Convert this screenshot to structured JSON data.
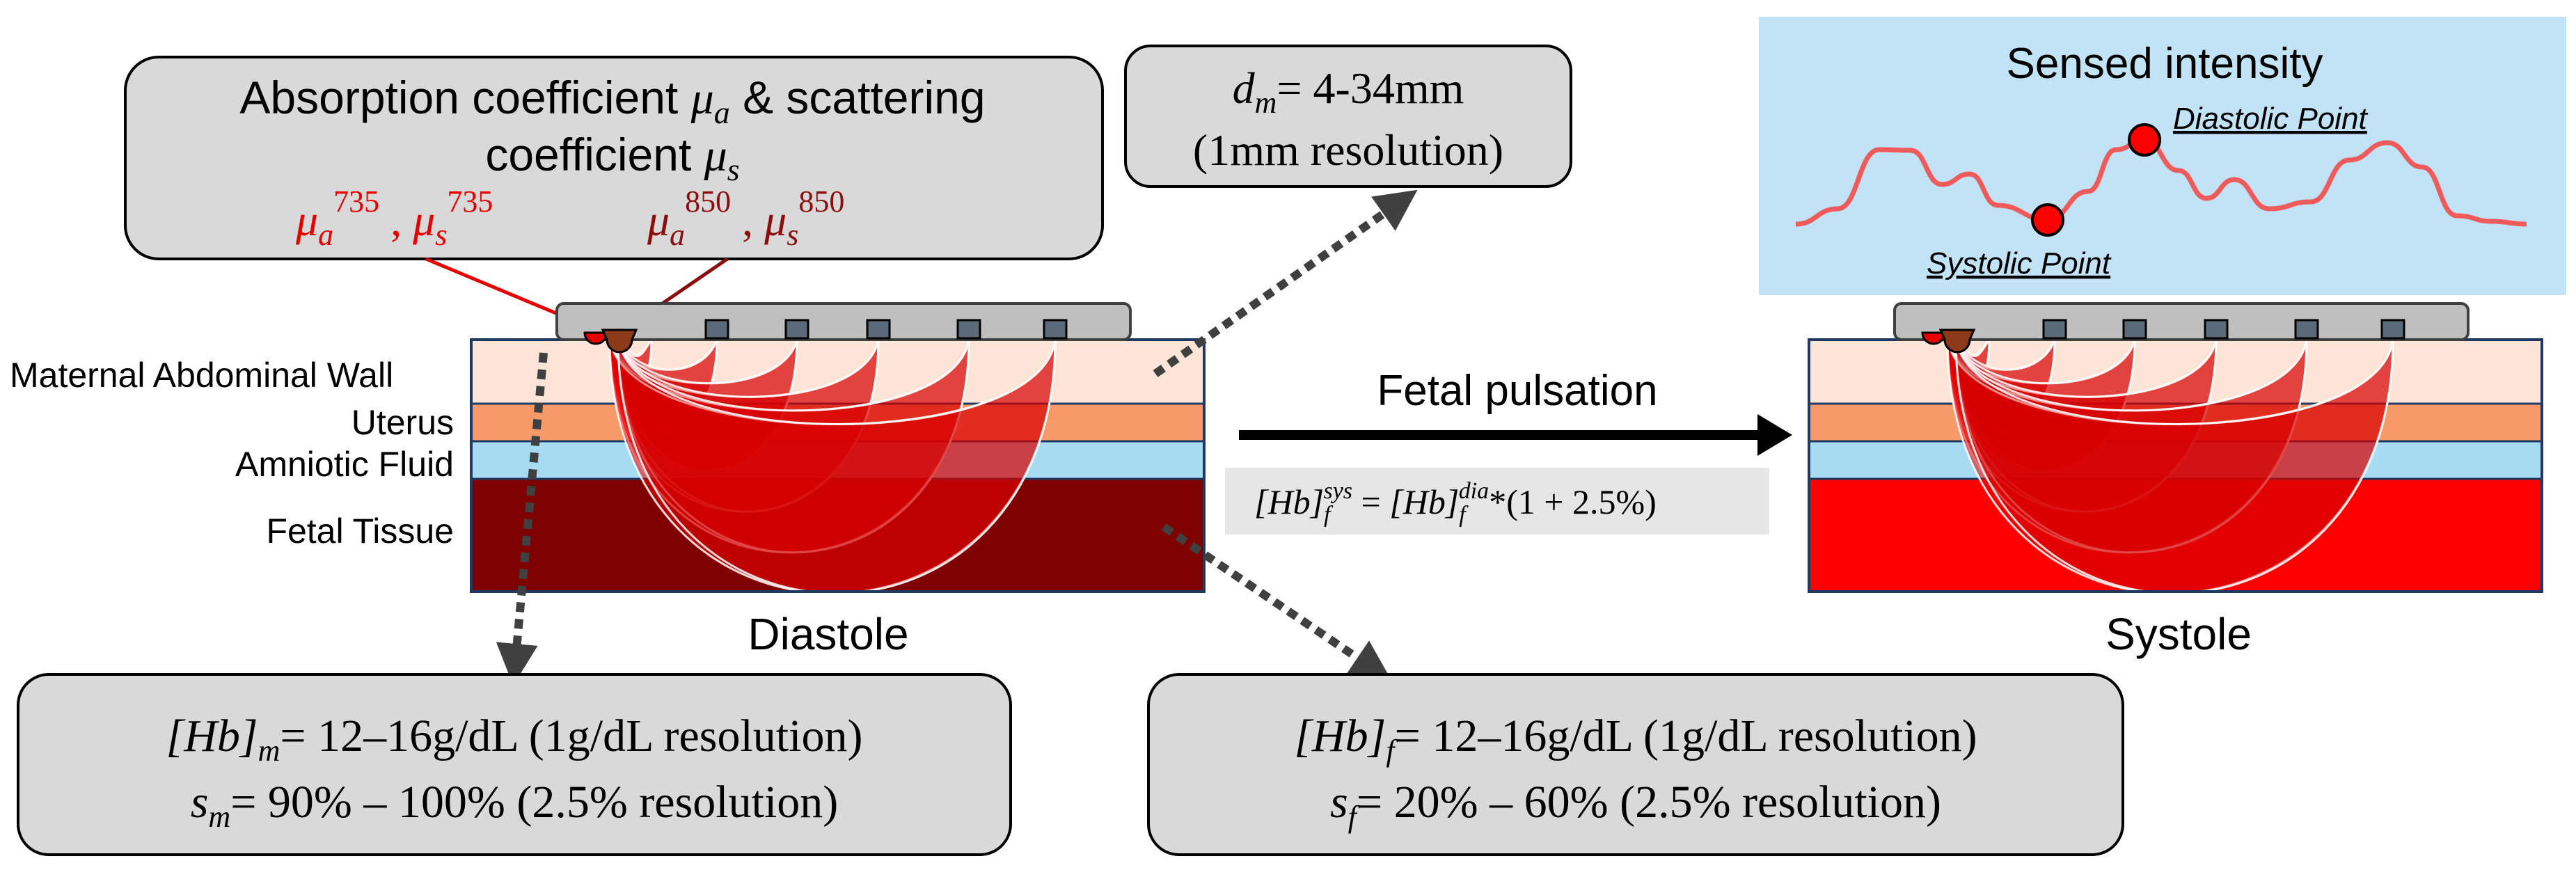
{
  "colors": {
    "abdominal_wall": "#fce4d6",
    "uterus": "#f8996a",
    "amniotic": "#a6dbf1",
    "fetal_diastole": "#7f0000",
    "fetal_systole": "#ff0000",
    "probe": "#bfbfbf",
    "source_735": "#e60000",
    "source_850": "#8b3a1a",
    "signal": "#ef5a5a",
    "signal_panel": "#c2e3f5",
    "callout_box": "#d9d9d9"
  },
  "optical_box": {
    "line1": "Absorption coefficient ",
    "mu_a": "μ",
    "mu_a_sub": "a",
    "line1_mid": " & scattering",
    "line2": "coefficient ",
    "mu_s": "μ",
    "mu_s_sub": "s",
    "label_735": {
      "mu": "μ",
      "a": "a",
      "sup1": "735",
      "sep": " , ",
      "mu2": "μ",
      "s": "s",
      "sup2": "735"
    },
    "label_850": {
      "mu": "μ",
      "a": "a",
      "sup1": "850",
      "sep": " , ",
      "mu2": "μ",
      "s": "s",
      "sup2": "850"
    }
  },
  "distance_box": {
    "var": "d",
    "sub": "m",
    "value": "= 4-34mm",
    "line2": "(1mm resolution)"
  },
  "layers": {
    "abdominal": "Maternal Abdominal Wall",
    "uterus": "Uterus",
    "amniotic": "Amniotic Fluid",
    "fetal": "Fetal Tissue"
  },
  "states": {
    "diastole": "Diastole",
    "systole": "Systole"
  },
  "transition": {
    "label": "Fetal pulsation",
    "eq_lhs": "[Hb]",
    "eq_lhs_sub": "f",
    "eq_lhs_sup": "sys",
    "eq_mid": " = ",
    "eq_rhs": "[Hb]",
    "eq_rhs_sub": "f",
    "eq_rhs_sup": "dia",
    "eq_tail": "*(1 + 2.5%)"
  },
  "signal_panel": {
    "title": "Sensed intensity",
    "diastolic": "Diastolic Point",
    "systolic": "Systolic Point"
  },
  "maternal_box": {
    "hb": "[Hb]",
    "hb_sub": "m",
    "hb_value": "= 12–16g/dL (1g/dL resolution)",
    "s": "s",
    "s_sub": "m",
    "s_value": "= 90% – 100% (2.5% resolution)"
  },
  "fetal_box": {
    "hb": "[Hb]",
    "hb_sub": "f",
    "hb_value": "= 12–16g/dL (1g/dL resolution)",
    "s": "s",
    "s_sub": "f",
    "s_value": "= 20% – 60% (2.5% resolution)"
  }
}
